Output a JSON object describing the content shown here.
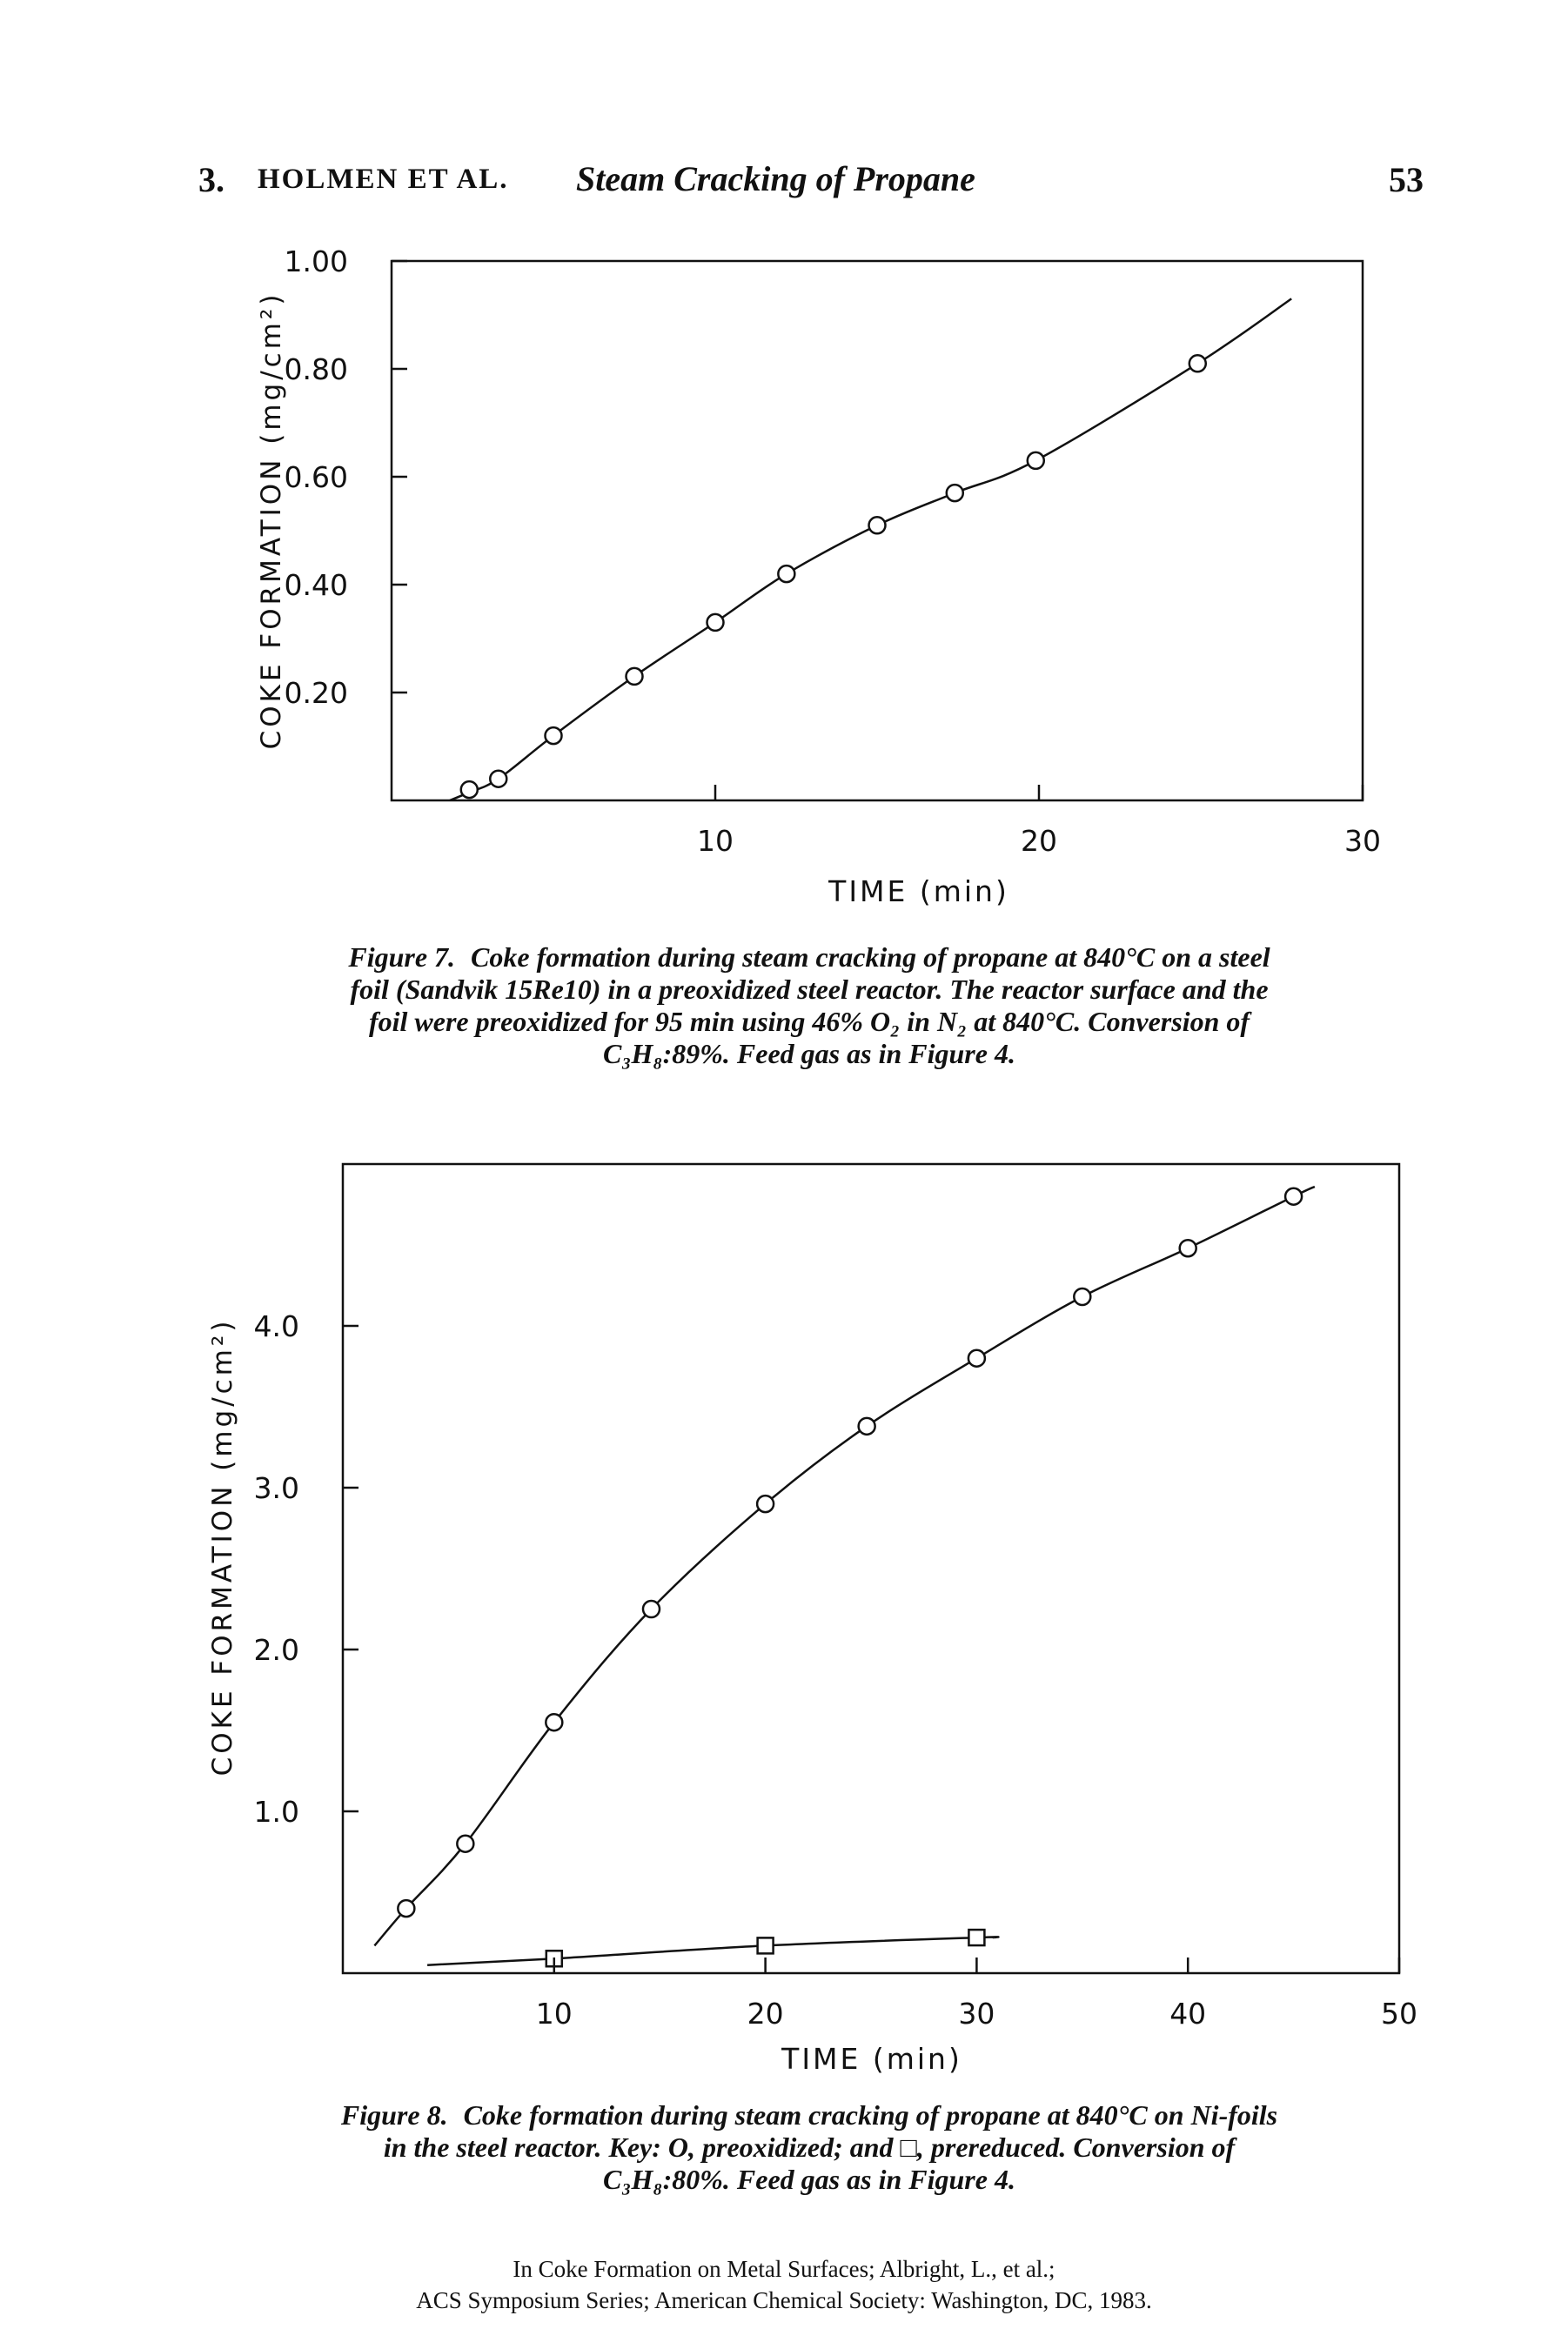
{
  "running_head": {
    "chapter": "3.",
    "authors": "HOLMEN ET AL.",
    "title": "Steam Cracking of Propane",
    "page": "53"
  },
  "chart_data": [
    {
      "type": "line",
      "xlabel": "TIME (min)",
      "ylabel": "COKE FORMATION (mg/cm²)",
      "xlim": [
        0,
        30
      ],
      "ylim": [
        0,
        1.0
      ],
      "x_ticks": [
        10,
        20,
        30
      ],
      "y_ticks": [
        0.2,
        0.4,
        0.6,
        0.8,
        1.0
      ],
      "x_tick_labels": [
        "10",
        "20",
        "30"
      ],
      "y_tick_labels": [
        "0.20",
        "0.40",
        "0.60",
        "0.80",
        "1.00"
      ],
      "series": [
        {
          "marker": "circle",
          "x": [
            2.4,
            3.3,
            5.0,
            7.5,
            10.0,
            12.2,
            15.0,
            17.4,
            19.9,
            24.9
          ],
          "y": [
            0.02,
            0.04,
            0.12,
            0.23,
            0.33,
            0.42,
            0.51,
            0.57,
            0.63,
            0.81
          ],
          "curve": [
            [
              1.8,
              0.0
            ],
            [
              2.4,
              0.015
            ],
            [
              3.3,
              0.04
            ],
            [
              5.0,
              0.12
            ],
            [
              7.5,
              0.23
            ],
            [
              10.0,
              0.33
            ],
            [
              12.2,
              0.42
            ],
            [
              15.0,
              0.51
            ],
            [
              17.4,
              0.57
            ],
            [
              19.9,
              0.63
            ],
            [
              24.9,
              0.81
            ],
            [
              27.8,
              0.93
            ]
          ]
        }
      ]
    },
    {
      "type": "line",
      "xlabel": "TIME (min)",
      "ylabel": "COKE FORMATION (mg/cm²)",
      "xlim": [
        0,
        50
      ],
      "ylim": [
        0,
        5.0
      ],
      "x_ticks": [
        10,
        20,
        30,
        40,
        50
      ],
      "y_ticks": [
        1.0,
        2.0,
        3.0,
        4.0
      ],
      "x_tick_labels": [
        "10",
        "20",
        "30",
        "40",
        "50"
      ],
      "y_tick_labels": [
        "1.0",
        "2.0",
        "3.0",
        "4.0"
      ],
      "legend_key": "O, preoxidized; □, prereduced",
      "series": [
        {
          "marker": "circle",
          "x": [
            3.0,
            5.8,
            10.0,
            14.6,
            20.0,
            24.8,
            30.0,
            35.0,
            40.0,
            45.0
          ],
          "y": [
            0.4,
            0.8,
            1.55,
            2.25,
            2.9,
            3.38,
            3.8,
            4.18,
            4.48,
            4.8
          ],
          "curve": [
            [
              1.5,
              0.17
            ],
            [
              3.0,
              0.4
            ],
            [
              5.8,
              0.8
            ],
            [
              10.0,
              1.55
            ],
            [
              14.6,
              2.25
            ],
            [
              20.0,
              2.9
            ],
            [
              24.8,
              3.38
            ],
            [
              30.0,
              3.8
            ],
            [
              35.0,
              4.18
            ],
            [
              40.0,
              4.48
            ],
            [
              45.0,
              4.8
            ],
            [
              46.0,
              4.86
            ]
          ]
        },
        {
          "marker": "square",
          "x": [
            10.0,
            20.0,
            30.0
          ],
          "y": [
            0.09,
            0.17,
            0.22
          ],
          "curve": [
            [
              4.0,
              0.05
            ],
            [
              10.0,
              0.09
            ],
            [
              20.0,
              0.17
            ],
            [
              30.0,
              0.22
            ],
            [
              30.8,
              0.22
            ]
          ]
        }
      ]
    }
  ],
  "figure7_caption": {
    "label": "Figure 7.",
    "lines": [
      "Coke formation during steam cracking of propane at 840°C on a steel",
      "foil (Sandvik 15Re10) in a preoxidized steel reactor. The reactor surface and the",
      "foil were preoxidized for 95 min using 46% O₂ in N₂ at 840°C. Conversion of",
      "C₃H₈:89%. Feed gas as in Figure 4."
    ]
  },
  "figure8_caption": {
    "label": "Figure 8.",
    "lines": [
      "Coke formation during steam cracking of propane at 840°C on Ni-foils",
      "in the steel reactor. Key: O, preoxidized; and □, prereduced. Conversion of",
      "C₃H₈:80%. Feed gas as in Figure 4."
    ]
  },
  "citation": {
    "line1": "In Coke Formation on Metal Surfaces; Albright, L., et al.;",
    "line2": "ACS Symposium Series; American Chemical Society: Washington, DC, 1983."
  }
}
